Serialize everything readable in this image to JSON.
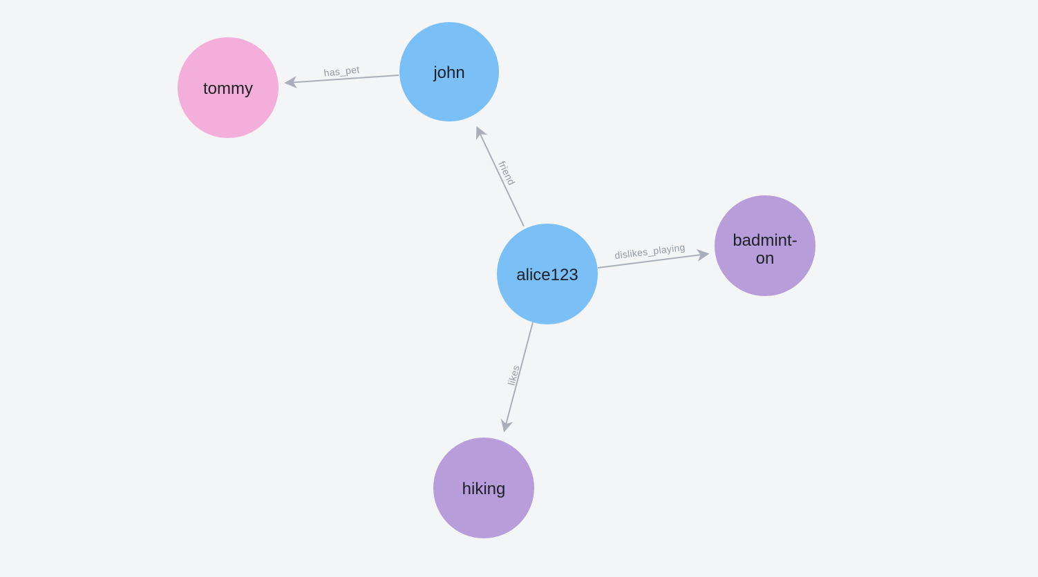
{
  "canvas": {
    "background": "#f4f5f6"
  },
  "graph": {
    "style": {
      "edge_color": "#a9aeb8",
      "edge_label_color": "#939aa4",
      "node_label_color": "#1d2026",
      "person_node_color": "#7bbff7",
      "pet_node_color": "#f3aed9",
      "hobby_node_color": "#b79dda"
    },
    "nodes": [
      {
        "id": "tommy",
        "lines": [
          "tommy"
        ],
        "color": "#f3aed9"
      },
      {
        "id": "john",
        "lines": [
          "john"
        ],
        "color": "#7bbff7"
      },
      {
        "id": "alice123",
        "lines": [
          "alice123"
        ],
        "color": "#7bbff7"
      },
      {
        "id": "badminton",
        "lines": [
          "badmint-",
          "on"
        ],
        "color": "#b79dda"
      },
      {
        "id": "hiking",
        "lines": [
          "hiking"
        ],
        "color": "#b79dda"
      }
    ],
    "edges": [
      {
        "from": "john",
        "to": "tommy",
        "label": "has_pet"
      },
      {
        "from": "alice123",
        "to": "john",
        "label": "friend"
      },
      {
        "from": "alice123",
        "to": "badminton",
        "label": "dislikes_playing"
      },
      {
        "from": "alice123",
        "to": "hiking",
        "label": "likes"
      }
    ]
  }
}
